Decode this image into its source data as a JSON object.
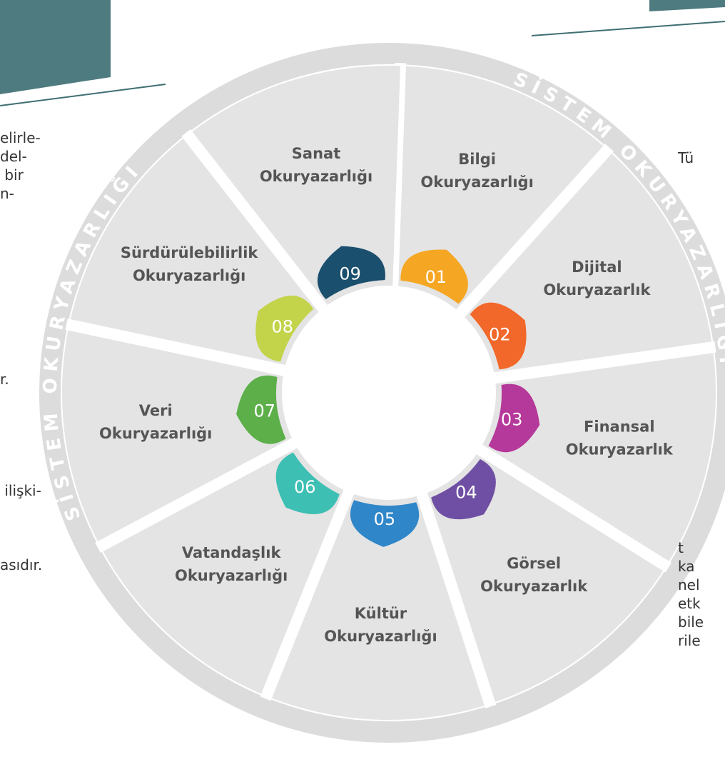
{
  "ring": {
    "left_label": "SİSTEM OKURYAZARLIĞI",
    "right_label": "SİSTEM OKURYAZARLIĞI"
  },
  "segments": [
    {
      "number": "01",
      "line1": "Bilgi",
      "line2": "Okuryazarlığı",
      "color": "#F5A623"
    },
    {
      "number": "02",
      "line1": "Dijital",
      "line2": "Okuryazarlık",
      "color": "#F2682A"
    },
    {
      "number": "03",
      "line1": "Finansal",
      "line2": "Okuryazarlık",
      "color": "#B5399A"
    },
    {
      "number": "04",
      "line1": "Görsel",
      "line2": "Okuryazarlık",
      "color": "#6F4FA3"
    },
    {
      "number": "05",
      "line1": "Kültür",
      "line2": "Okuryazarlığı",
      "color": "#2F86C8"
    },
    {
      "number": "06",
      "line1": "Vatandaşlık",
      "line2": "Okuryazarlığı",
      "color": "#3DBFB3"
    },
    {
      "number": "07",
      "line1": "Veri",
      "line2": "Okuryazarlığı",
      "color": "#5DAF4A"
    },
    {
      "number": "08",
      "line1": "Sürdürülebilirlik",
      "line2": "Okuryazarlığı",
      "color": "#C3D34A"
    },
    {
      "number": "09",
      "line1": "Sanat",
      "line2": "Okuryazarlığı",
      "color": "#1B4F6E"
    }
  ],
  "left_text": [
    "elirle-",
    "del-",
    " bir",
    "n-",
    "",
    "",
    "",
    "",
    "",
    "",
    "",
    "",
    "",
    "r.",
    "",
    "",
    "",
    "",
    "",
    " ilişki-",
    "",
    "",
    "",
    "asıdır."
  ],
  "right_text": [
    "Tü",
    "",
    "",
    "",
    "",
    "",
    "",
    "",
    "",
    "",
    "",
    "",
    "",
    "",
    "",
    "",
    "",
    "",
    "",
    "",
    "",
    "t",
    "ka",
    "nel",
    "etk",
    "bile",
    "rile"
  ],
  "colors": {
    "segment_fill": "#E4E4E4",
    "ring_fill": "#DCDCDC",
    "ring_text": "#FFFFFF",
    "segment_label": "#555555",
    "teal": "#4E7B80"
  }
}
